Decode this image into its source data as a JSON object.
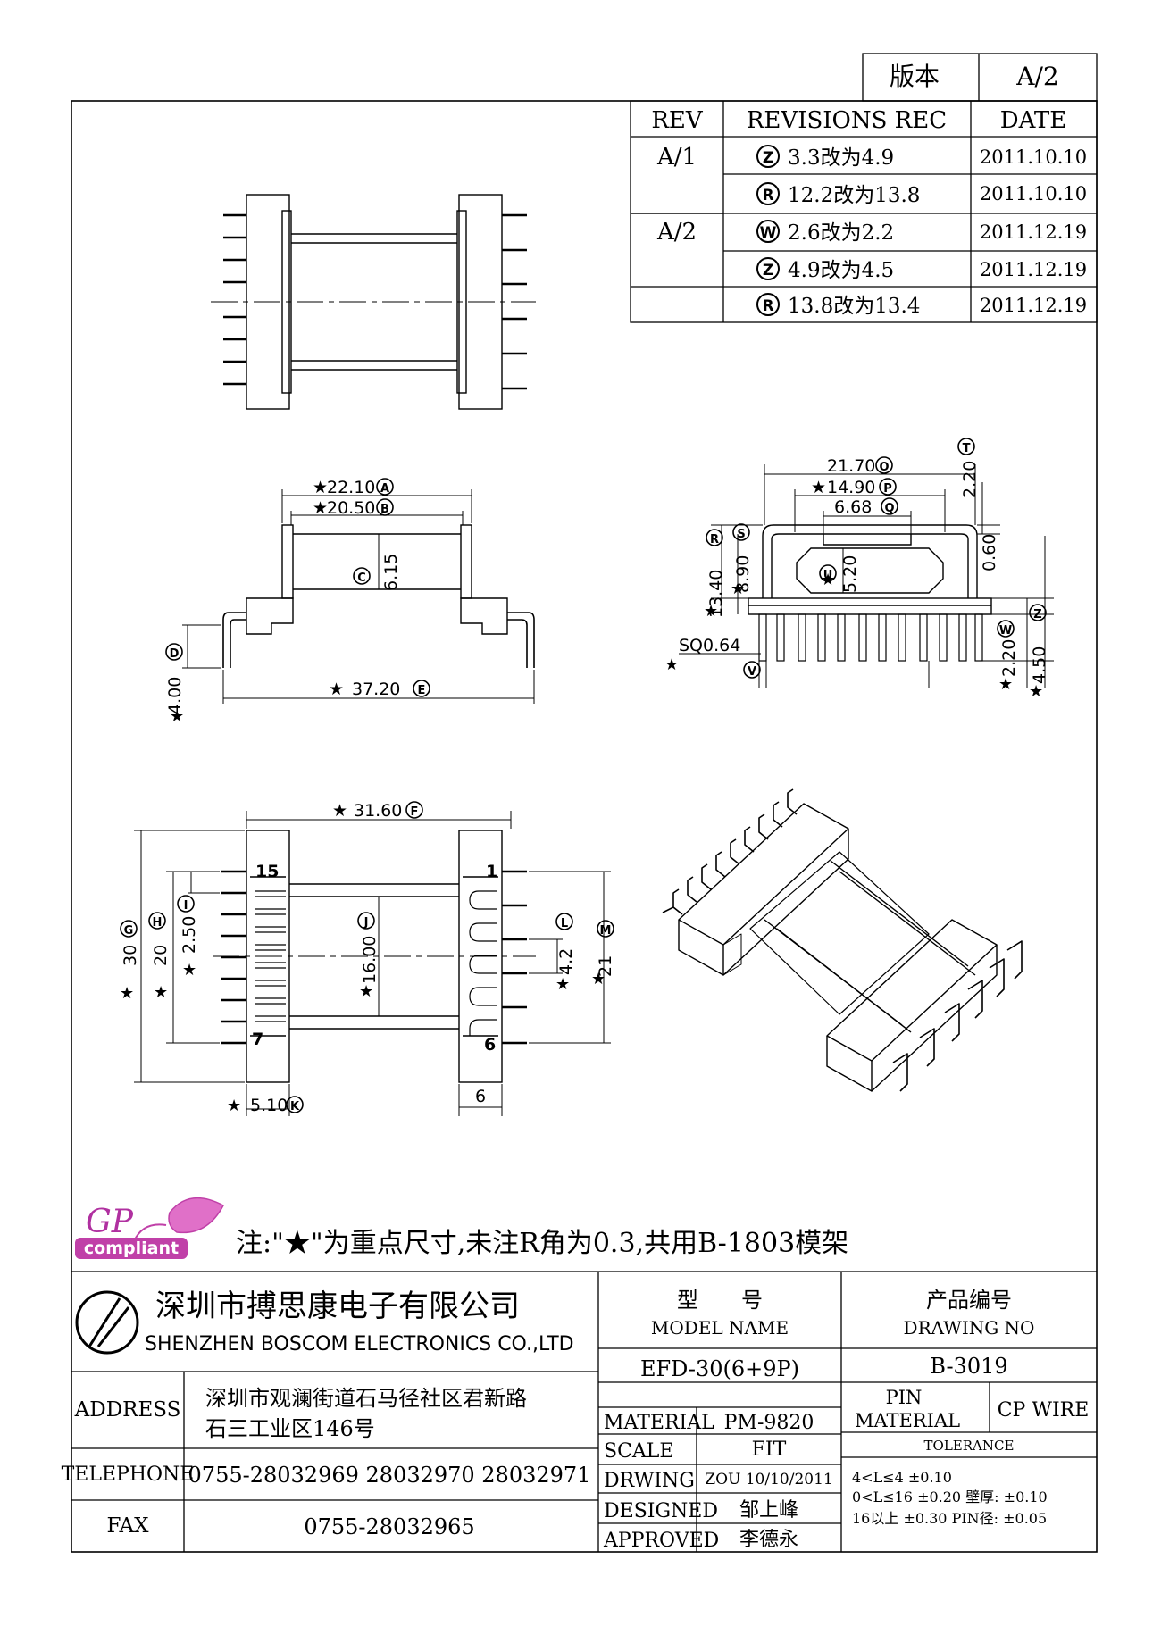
{
  "version_box": {
    "label": "版本",
    "value": "A/2"
  },
  "revisions": {
    "headers": {
      "rev": "REV",
      "rec": "REVISIONS REC",
      "date": "DATE"
    },
    "rows": [
      {
        "rev": "A/1",
        "mark": "Z",
        "text": "3.3改为4.9",
        "date": "2011.10.10"
      },
      {
        "rev": "",
        "mark": "R",
        "text": "12.2改为13.8",
        "date": "2011.10.10"
      },
      {
        "rev": "A/2",
        "mark": "W",
        "text": "2.6改为2.2",
        "date": "2011.12.19"
      },
      {
        "rev": "",
        "mark": "Z",
        "text": "4.9改为4.5",
        "date": "2011.12.19"
      },
      {
        "rev": "",
        "mark": "R",
        "text": "13.8改为13.4",
        "date": "2011.12.19"
      }
    ]
  },
  "dims": {
    "side": {
      "a": "22.10",
      "a_id": "A",
      "b": "20.50",
      "b_id": "B",
      "c": "6.15",
      "c_id": "C",
      "d_id": "D",
      "d": "4.00",
      "e": "37.20",
      "e_id": "E"
    },
    "end": {
      "o": "21.70",
      "o_id": "O",
      "t": "2.20",
      "t_id": "T",
      "p": "14.90",
      "p_id": "P",
      "q": "6.68",
      "q_id": "Q",
      "r": "13.40",
      "r_id": "R",
      "s": "8.90",
      "s_id": "S",
      "u": "5.20",
      "u_id": "U",
      "x": "0.60",
      "sq": "SQ0.64",
      "v_id": "V",
      "w": "2.20",
      "w_id": "W",
      "z": "4.50",
      "z_id": "Z"
    },
    "bottom": {
      "f": "31.60",
      "f_id": "F",
      "g": "30",
      "g_id": "G",
      "h": "20",
      "h_id": "H",
      "i": "2.50",
      "i_id": "I",
      "j": "16.00",
      "j_id": "J",
      "l": "4.2",
      "l_id": "L",
      "m": "21",
      "m_id": "M",
      "k": "5.10",
      "k_id": "K",
      "w6": "6"
    },
    "pins": {
      "p15": "15",
      "p7": "7",
      "p1": "1",
      "p6": "6"
    }
  },
  "note": "注:\"★\"为重点尺寸,未注R角为0.3,共用B-1803模架",
  "logo": {
    "gp": "GP",
    "compliant": "compliant"
  },
  "company": {
    "cn": "深圳市搏思康电子有限公司",
    "en": "SHENZHEN BOSCOM ELECTRONICS CO.,LTD"
  },
  "title_block": {
    "model_cn": "型　　号",
    "model_en": "MODEL NAME",
    "drawing_cn": "产品编号",
    "drawing_en": "DRAWING NO",
    "model_value": "EFD-30(6+9P)",
    "drawing_value": "B-3019",
    "address_label": "ADDRESS",
    "address_line1": "深圳市观澜街道石马径社区君新路",
    "address_line2": "石三工业区146号",
    "telephone_label": "TELEPHONE",
    "telephone": "0755-28032969 28032970 28032971",
    "fax_label": "FAX",
    "fax": "0755-28032965",
    "material_label": "MATERIAL",
    "material": "PM-9820",
    "scale_label": "SCALE",
    "scale": "FIT",
    "drwing_label": "DRWING",
    "drwing": "ZOU 10/10/2011",
    "designed_label": "DESIGNED",
    "designed": "邹上峰",
    "approved_label": "APPROVED",
    "approved": "李德永",
    "pin_material_1": "PIN",
    "pin_material_2": "MATERIAL",
    "pin_value": "CP WIRE",
    "tolerance": "TOLERANCE",
    "tol1": "4<L≤4 ±0.10",
    "tol2": "0<L≤16 ±0.20  壁厚: ±0.10",
    "tol3": "16以上   ±0.30  PIN径: ±0.05"
  }
}
